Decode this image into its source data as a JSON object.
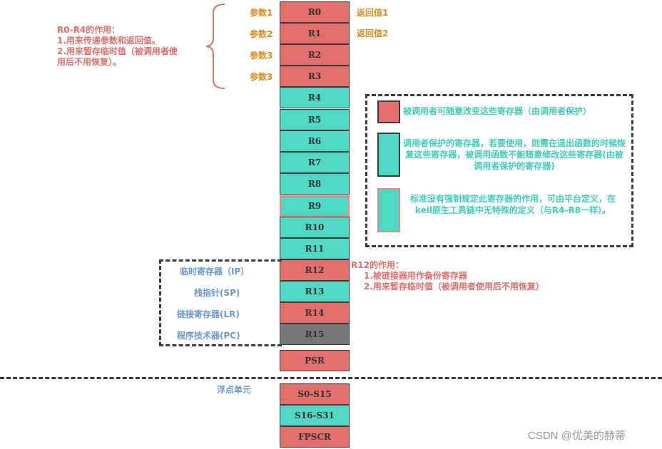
{
  "colors": {
    "caller_saved": "#e46e6b",
    "callee_saved": "#4fd8c4",
    "pc": "#777777",
    "annotation_red": "#e46e6b",
    "annotation_orange": "#e08c1e",
    "annotation_teal": "#3fcfb9",
    "annotation_blue": "#6b99d6"
  },
  "registers": [
    {
      "label": "R0",
      "type": "caller_saved"
    },
    {
      "label": "R1",
      "type": "caller_saved"
    },
    {
      "label": "R2",
      "type": "caller_saved"
    },
    {
      "label": "R3",
      "type": "caller_saved"
    },
    {
      "label": "R4",
      "type": "callee_saved"
    },
    {
      "label": "R5",
      "type": "callee_saved"
    },
    {
      "label": "R6",
      "type": "callee_saved"
    },
    {
      "label": "R7",
      "type": "callee_saved"
    },
    {
      "label": "R8",
      "type": "callee_saved"
    },
    {
      "label": "R9",
      "type": "platform_defined"
    },
    {
      "label": "R10",
      "type": "callee_saved"
    },
    {
      "label": "R11",
      "type": "callee_saved"
    },
    {
      "label": "R12",
      "type": "caller_saved"
    },
    {
      "label": "R13",
      "type": "callee_saved"
    },
    {
      "label": "R14",
      "type": "caller_saved"
    },
    {
      "label": "R15",
      "type": "pc"
    },
    {
      "label": "PSR",
      "type": "caller_saved"
    }
  ],
  "fpu_registers": [
    {
      "label": "S0-S15",
      "type": "caller_saved"
    },
    {
      "label": "S16-S31",
      "type": "callee_saved"
    },
    {
      "label": "FPSCR",
      "type": "caller_saved"
    }
  ],
  "params": [
    "参数1",
    "参数2",
    "参数3",
    "参数3"
  ],
  "returns": [
    "返回值1",
    "返回值2"
  ],
  "r0_r4_note": {
    "title": "R0-R4的作用：",
    "lines": [
      "1.用来传递参数和返回值。",
      "2.用来暂存临时值（被调用者使",
      "用后不用恢复）。"
    ]
  },
  "r12_note": {
    "title": "R12的作用：",
    "lines": [
      "1.被链接器用作备份寄存器",
      "2.用来暂存临时值（被调用者使用后不用恢复）"
    ]
  },
  "special_regs": [
    "临时寄存器（IP）",
    "栈指针(SP)",
    "链接寄存器(LR)",
    "程序技术器(PC)"
  ],
  "fpu_label": "浮点单元",
  "legend": [
    {
      "swatch": "caller_saved",
      "text": "被调用者可随意改变这些寄存器（由调用者保护）"
    },
    {
      "swatch": "callee_saved",
      "text": "调用者保护的寄存器，若要使用，则需在退出函数的时候恢复这些寄存器，被调用函数不能随意修改这些寄存器(由被调用者保护的寄存器)"
    },
    {
      "swatch": "platform_defined",
      "text": "标准没有强制规定此寄存器的作用，可由平台定义，在keil原生工具链中无特殊的定义（与R4-R8一样）。"
    }
  ],
  "watermark": "CSDN @优美的赫蒂"
}
